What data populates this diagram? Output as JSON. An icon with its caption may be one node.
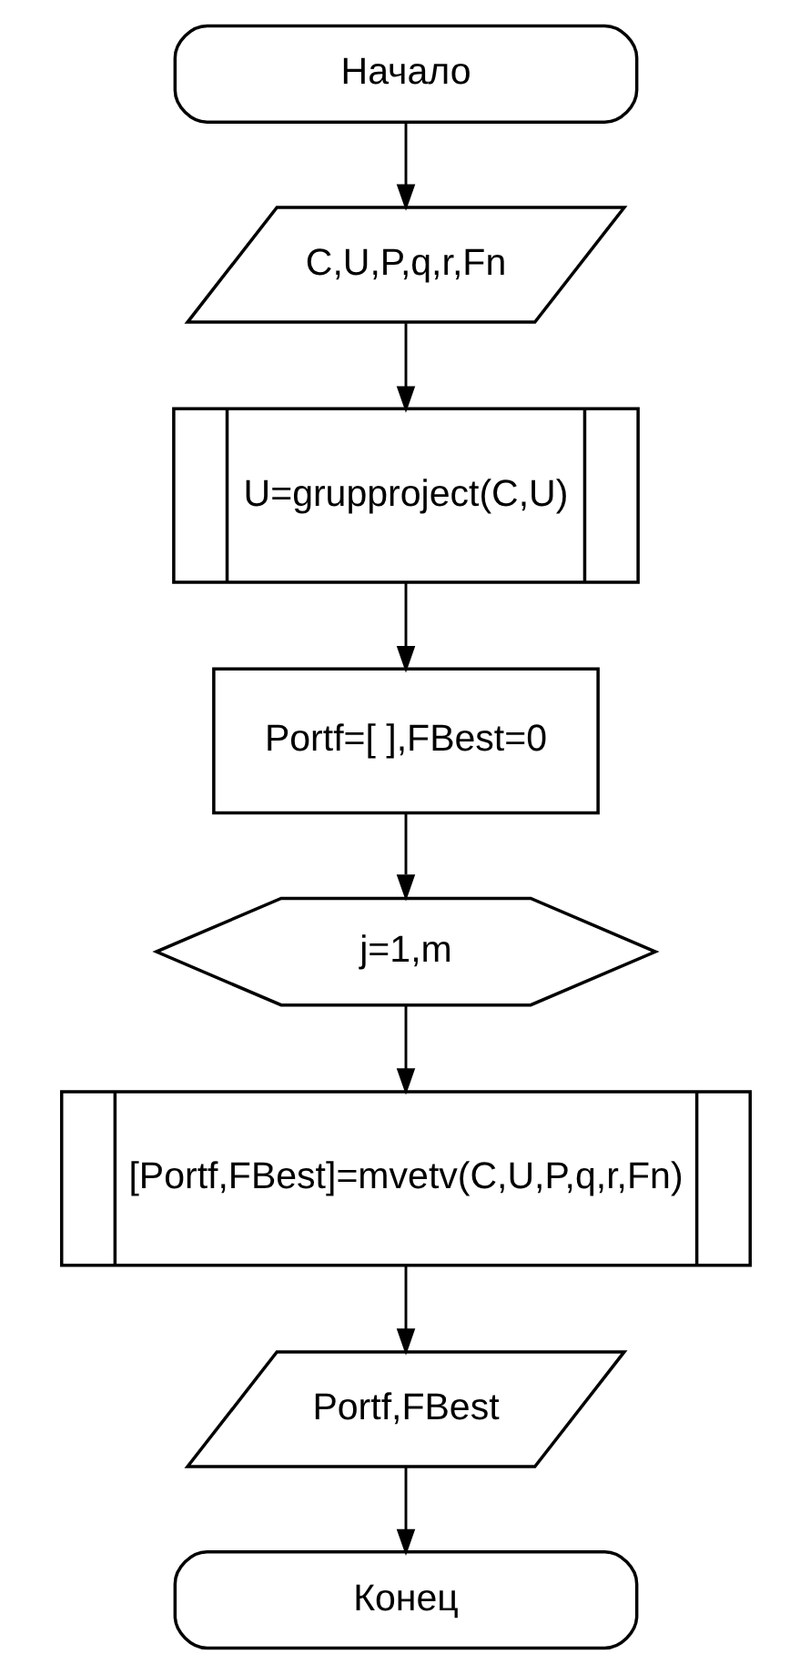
{
  "diagram": {
    "nodes": [
      {
        "text": [
          "Начало"
        ]
      },
      {
        "text": [
          "C,U,P,q,r,Fn"
        ]
      },
      {
        "text": [
          "U=grupproject(C,U)"
        ]
      },
      {
        "text": [
          "Portf=[ ],FBest=0"
        ]
      },
      {
        "text": [
          "j=1,m"
        ]
      },
      {
        "text": [
          "[Portf,FBest]=mvetv(C,U,P,q,r,Fn)"
        ]
      },
      {
        "text": [
          "Portf,FBest"
        ]
      },
      {
        "text": [
          "Конец"
        ]
      }
    ],
    "edges": [
      {
        "from": 0,
        "to": 1,
        "arrow": "to"
      },
      {
        "from": 1,
        "to": 2,
        "arrow": "to"
      },
      {
        "from": 2,
        "to": 3,
        "arrow": "to"
      },
      {
        "from": 3,
        "to": 4,
        "arrow": "to"
      },
      {
        "from": 4,
        "to": 5,
        "arrow": "to"
      },
      {
        "from": 5,
        "to": 6,
        "arrow": "to"
      },
      {
        "from": 6,
        "to": 7,
        "arrow": "to"
      }
    ]
  }
}
